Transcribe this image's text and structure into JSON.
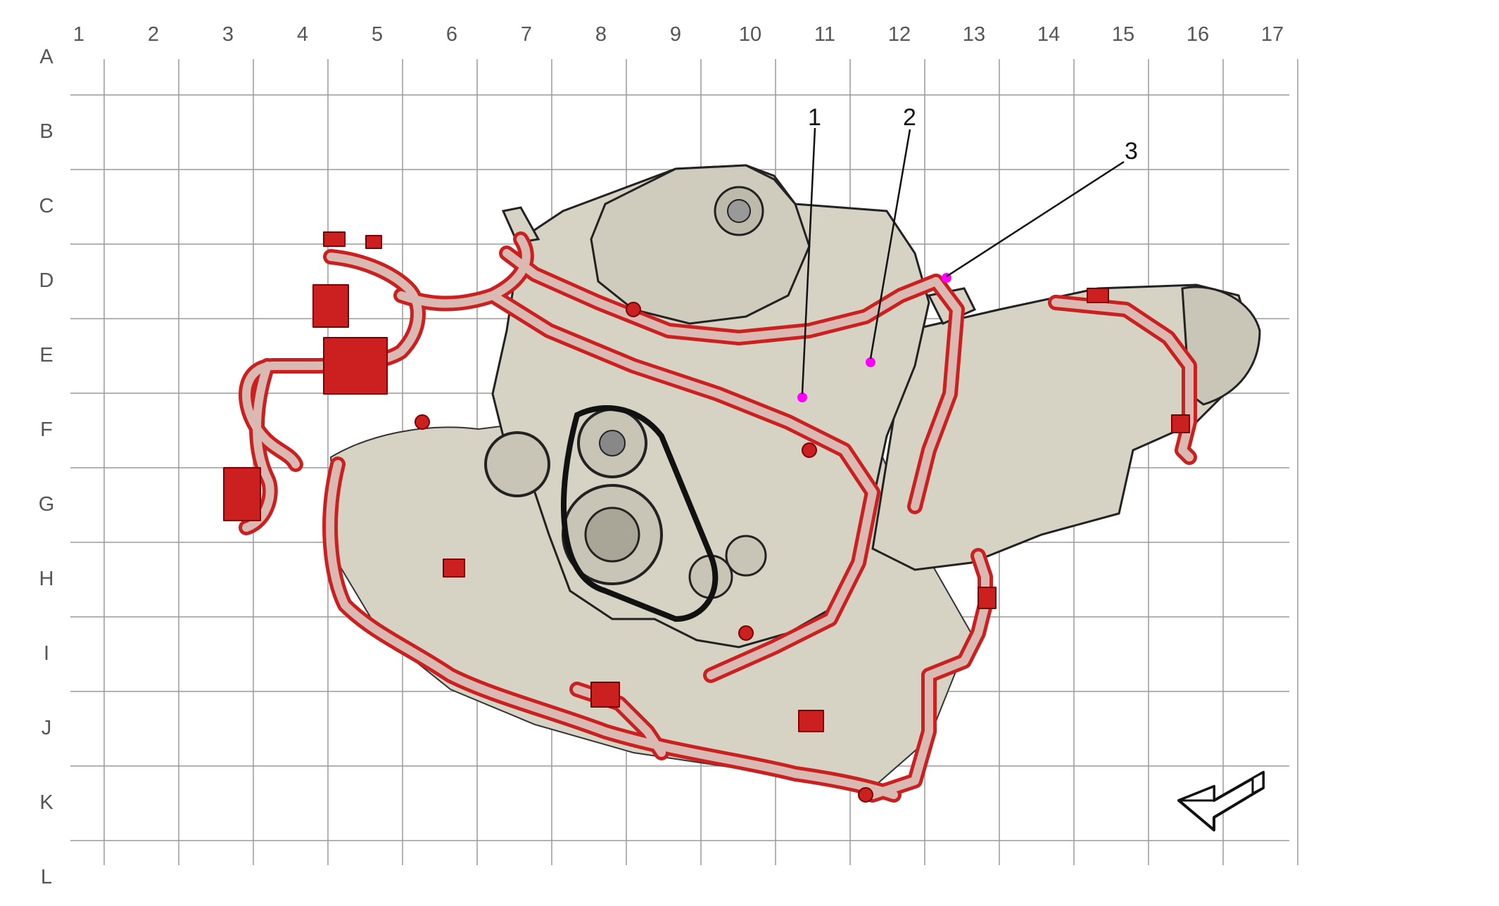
{
  "grid": {
    "columns": [
      "1",
      "2",
      "3",
      "4",
      "5",
      "6",
      "7",
      "8",
      "9",
      "10",
      "11",
      "12",
      "13",
      "14",
      "15",
      "16",
      "17"
    ],
    "rows": [
      "A",
      "B",
      "C",
      "D",
      "E",
      "F",
      "G",
      "H",
      "I",
      "J",
      "K",
      "L"
    ]
  },
  "callouts": [
    "1",
    "2",
    "3"
  ],
  "colors": {
    "grid_line": "#9a9a9a",
    "label_text": "#555555",
    "harness": "#cc1f1f",
    "harness_fill": "#d9b9b2",
    "component_fill": "#d6d2c4",
    "outline": "#222222",
    "marker": "#ff00ff"
  },
  "icons": {
    "orientation_arrow": "front-arrow-icon"
  }
}
